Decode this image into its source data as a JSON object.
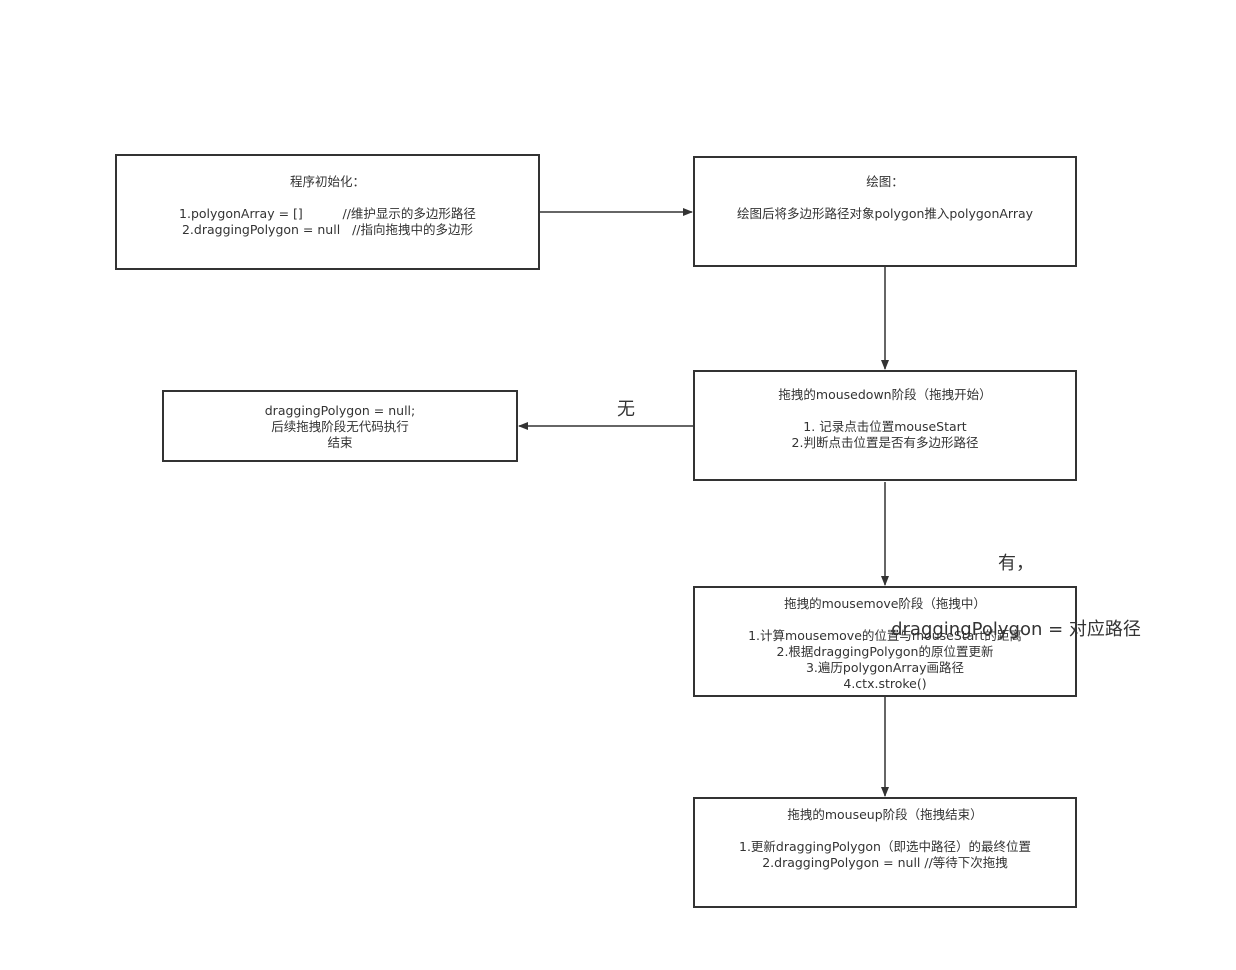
{
  "nodes": {
    "init": {
      "title": "程序初始化：",
      "lines": [
        "1.polygonArray = []          //维护显示的多边形路径",
        "2.draggingPolygon = null   //指向拖拽中的多边形"
      ]
    },
    "draw": {
      "title": "绘图：",
      "lines": [
        "绘图后将多边形路径对象polygon推入polygonArray"
      ]
    },
    "mousedown": {
      "title": "拖拽的mousedown阶段（拖拽开始）",
      "lines": [
        "1. 记录点击位置mouseStart",
        "2.判断点击位置是否有多边形路径"
      ]
    },
    "none_branch": {
      "lines": [
        "draggingPolygon = null;",
        "后续拖拽阶段无代码执行",
        "结束"
      ]
    },
    "mousemove": {
      "title": "拖拽的mousemove阶段（拖拽中）",
      "lines": [
        "1.计算mousemove的位置与mouseStart的距离",
        "2.根据draggingPolygon的原位置更新",
        "3.遍历polygonArray画路径",
        "4.ctx.stroke()"
      ]
    },
    "mouseup": {
      "title": "拖拽的mouseup阶段（拖拽结束）",
      "lines": [
        "1.更新draggingPolygon（即选中路径）的最终位置",
        "2.draggingPolygon = null //等待下次拖拽"
      ]
    }
  },
  "edge_labels": {
    "no": "无",
    "yes_line1": "有，",
    "yes_line2": "draggingPolygon = 对应路径"
  },
  "colors": {
    "stroke": "#333333",
    "background": "#ffffff"
  }
}
